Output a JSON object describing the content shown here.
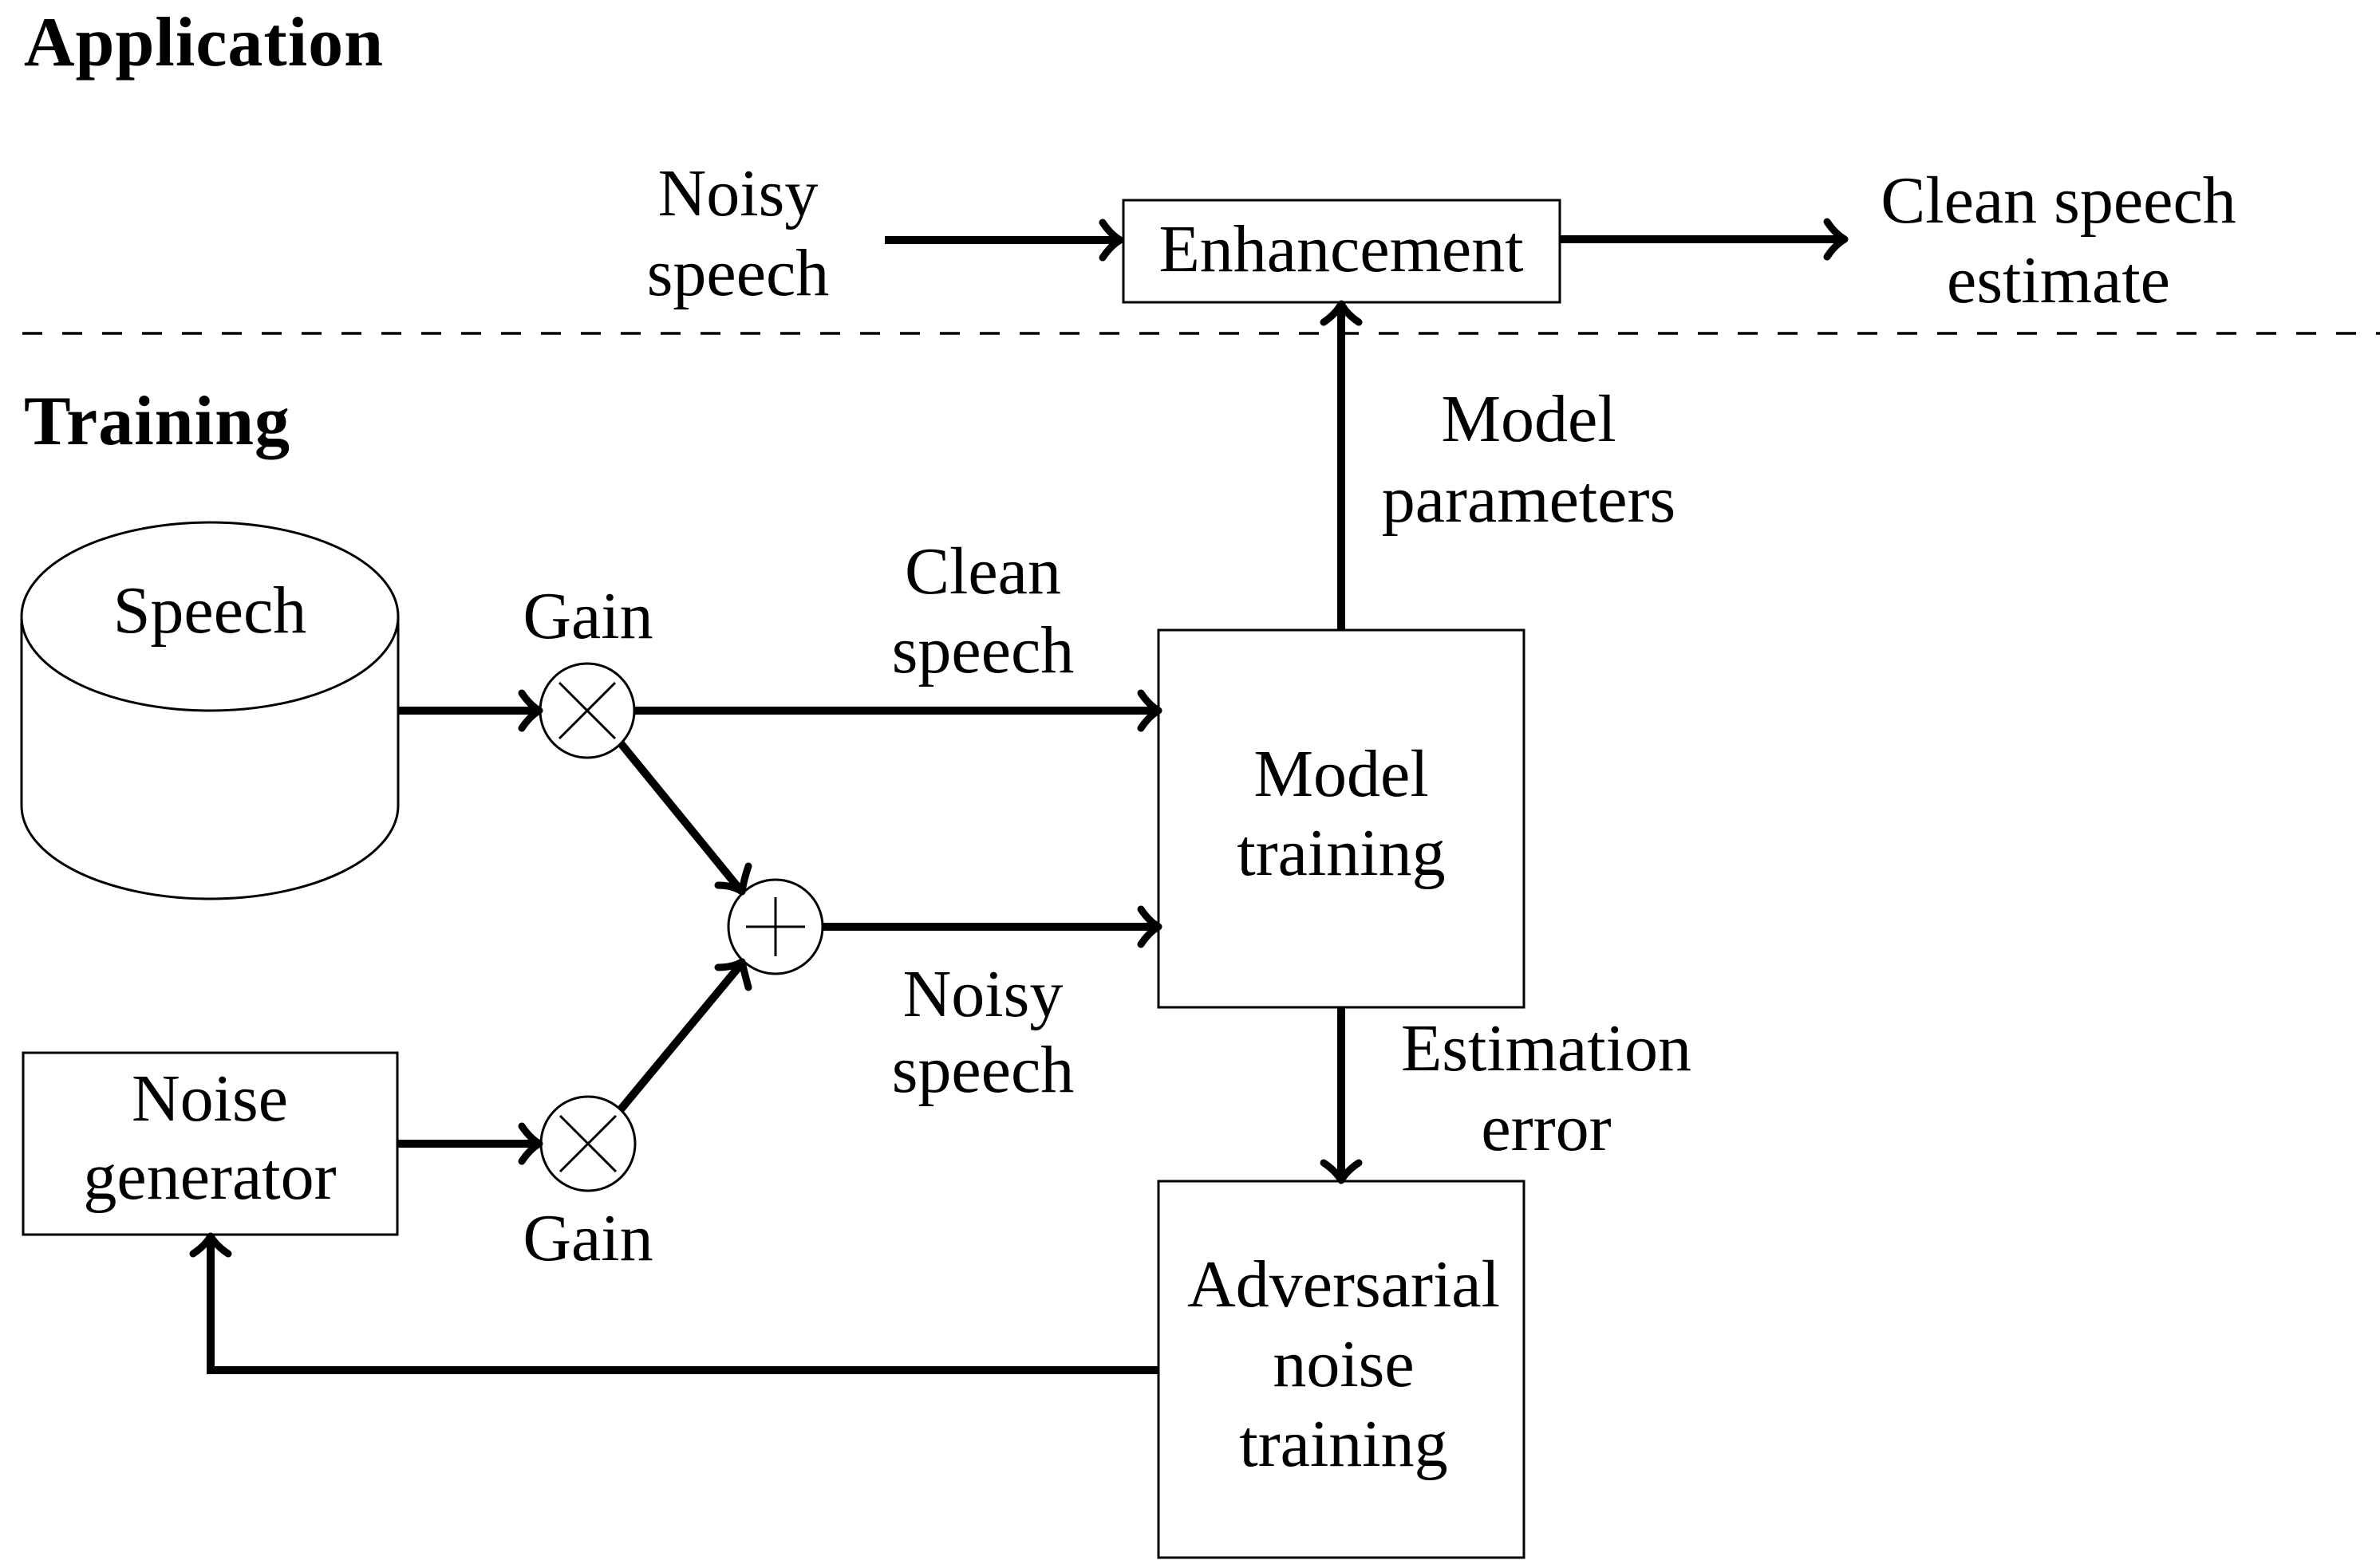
{
  "sections": {
    "application": "Application",
    "training": "Training"
  },
  "application": {
    "input_label": [
      "Noisy",
      "speech"
    ],
    "enhancement_block": "Enhancement",
    "output_label": [
      "Clean speech",
      "estimate"
    ]
  },
  "training": {
    "speech_database": "Speech",
    "gain_top": "Gain",
    "gain_bottom": "Gain",
    "noise_generator": [
      "Noise",
      "generator"
    ],
    "clean_speech_label": [
      "Clean",
      "speech"
    ],
    "noisy_speech_label": [
      "Noisy",
      "speech"
    ],
    "model_training": [
      "Model",
      "training"
    ],
    "model_parameters_label": [
      "Model",
      "parameters"
    ],
    "estimation_error_label": [
      "Estimation",
      "error"
    ],
    "adversarial_block": [
      "Adversarial",
      "noise",
      "training"
    ]
  },
  "operators": {
    "multiply": "multiply-icon",
    "add": "sum-icon"
  }
}
